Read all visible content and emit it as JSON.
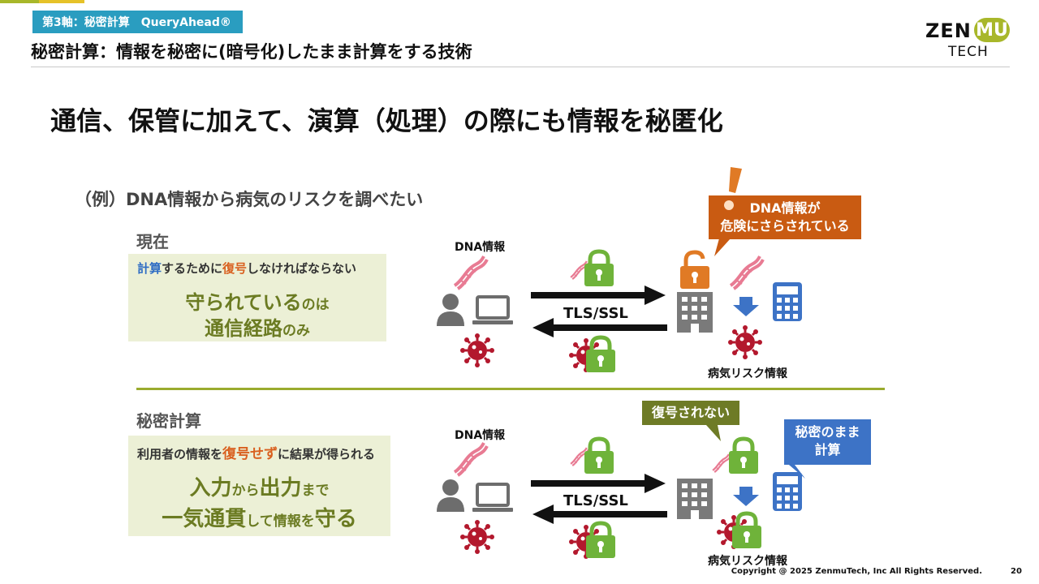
{
  "header": {
    "tag": "第3軸：秘密計算　QueryAhead®",
    "subtitle": "秘密計算：情報を秘密に(暗号化)したまま計算をする技術",
    "logo_top_left": "ZEN",
    "logo_top_right": "MU",
    "logo_bottom": "TECH"
  },
  "headline": "通信、保管に加えて、演算（処理）の際にも情報を秘匿化",
  "example": "（例）DNA情報から病気のリスクを調べたい",
  "current": {
    "label": "現在",
    "box_line1_a": "計算",
    "box_line1_b": "するために",
    "box_line1_c": "復号",
    "box_line1_d": "しなければならない",
    "box_big1_a": "守られている",
    "box_big1_b": "のは",
    "box_big2_a": "通信経路",
    "box_big2_b": "のみ",
    "dna_label": "DNA情報",
    "tls_label": "TLS/SSL",
    "risk_label": "病気リスク情報",
    "callout": [
      "DNA情報が",
      "危険にさらされている"
    ]
  },
  "secure": {
    "label": "秘密計算",
    "box_line1_a": "利用者の情報を",
    "box_line1_b": "復号せず",
    "box_line1_c": "に結果が得られる",
    "box_big1_a": "入力",
    "box_big1_b": "から",
    "box_big1_c": "出力",
    "box_big1_d": "まで",
    "box_big2_a": "一気通貫",
    "box_big2_b": "して情報を",
    "box_big2_c": "守る",
    "dna_label": "DNA情報",
    "tls_label": "TLS/SSL",
    "risk_label": "病気リスク情報",
    "callout_green": "復号されない",
    "callout_blue": [
      "秘密のまま",
      "計算"
    ]
  },
  "footer": {
    "copyright": "Copyright @ 2025 ZenmuTech, Inc All Rights Reserved.",
    "page": "20"
  },
  "colors": {
    "accent_green": "#a8b72a",
    "tag_blue": "#2a9dc0",
    "lock_green": "#6fb33a",
    "lock_orange": "#e07a25",
    "dna_pink": "#e87b93",
    "virus_red": "#b3182d",
    "calc_blue": "#3d73c6"
  }
}
